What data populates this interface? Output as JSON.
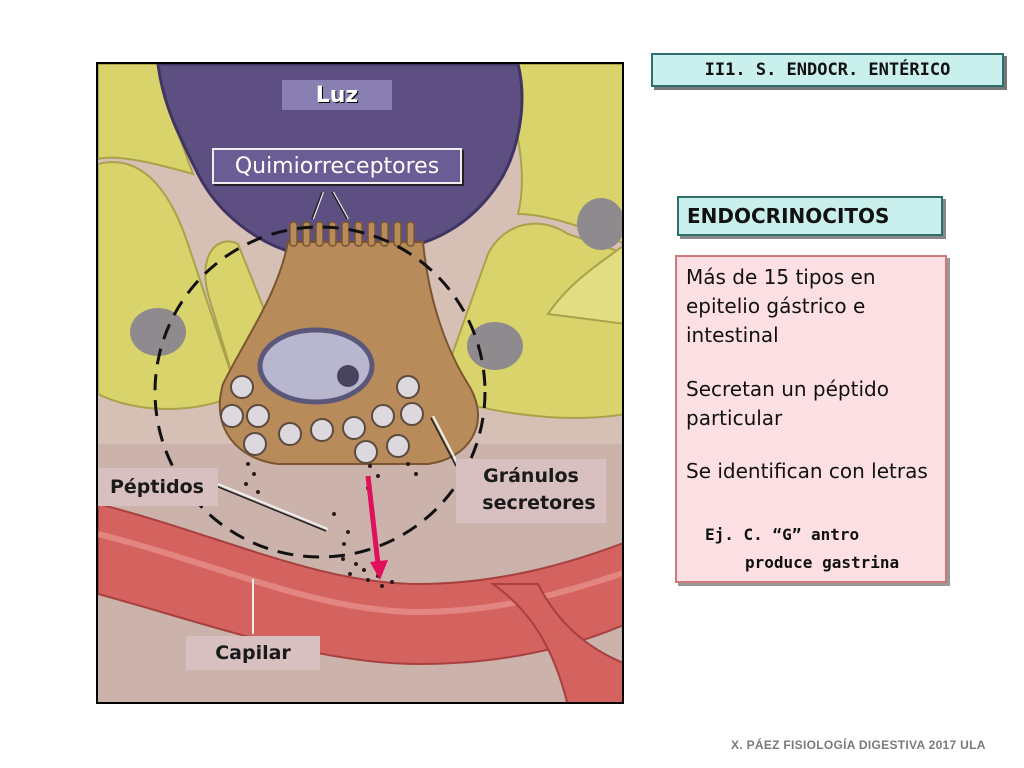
{
  "header": {
    "title": "II1. S. ENDOCR. ENTÉRICO"
  },
  "diagram": {
    "labels": {
      "luz": "Luz",
      "quimiorreceptores": "Quimiorreceptores",
      "peptidos": "Péptidos",
      "granulos_line1": "Gránulos",
      "granulos_line2": "secretores",
      "capilar": "Capilar"
    },
    "colors": {
      "lumen": "#5e4f82",
      "epithelium": "#d8d36a",
      "endocrine_cell": "#b88c5a",
      "capillary": "#d4625f",
      "arrow": "#e0105a"
    }
  },
  "panel": {
    "heading": "ENDOCRINOCITOS",
    "points": [
      "Más de 15 tipos en epitelio gástrico e intestinal",
      "Secretan un péptido particular",
      "Se identifican con letras"
    ],
    "example_line1": "Ej. C. “G” antro",
    "example_line2": "produce gastrina"
  },
  "footer": {
    "credit": "X. PÁEZ   FISIOLOGÍA DIGESTIVA 2017  ULA"
  }
}
